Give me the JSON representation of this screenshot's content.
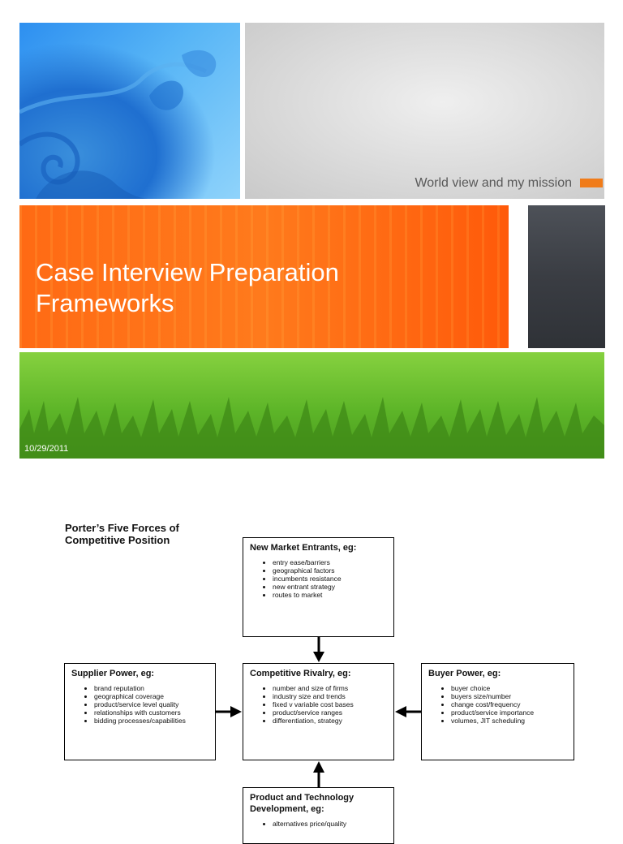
{
  "slide": {
    "subtitle": "World view and my mission",
    "title_lines": [
      "Case Interview Preparation",
      "Frameworks"
    ],
    "date": "10/29/2011"
  },
  "porter": {
    "heading_lines": [
      "Porter’s Five Forces of",
      "Competitive Position"
    ],
    "entrants": {
      "title": "New Market Entrants, eg:",
      "items": [
        "entry ease/barriers",
        "geographical factors",
        "incumbents resistance",
        "new entrant strategy",
        "routes to market"
      ]
    },
    "supplier": {
      "title": "Supplier Power, eg:",
      "items": [
        "brand reputation",
        "geographical coverage",
        "product/service level quality",
        "relationships with customers",
        "bidding processes/capabilities"
      ]
    },
    "rivalry": {
      "title": "Competitive Rivalry, eg:",
      "items": [
        "number and size of firms",
        "industry size and trends",
        "fixed v variable cost bases",
        "product/service ranges",
        "differentiation, strategy"
      ]
    },
    "buyer": {
      "title": "Buyer Power, eg:",
      "items": [
        "buyer choice",
        "buyers size/number",
        "change cost/frequency",
        "product/service importance",
        "volumes, JIT scheduling"
      ]
    },
    "product": {
      "title_lines": [
        "Product and Technology",
        "Development, eg:"
      ],
      "items": [
        "alternatives price/quality"
      ]
    }
  },
  "colors": {
    "accent_orange": "#f07c1a",
    "title_tile": "#ff6a14",
    "grass": "#5db528",
    "sky": "#2d8ff0"
  }
}
